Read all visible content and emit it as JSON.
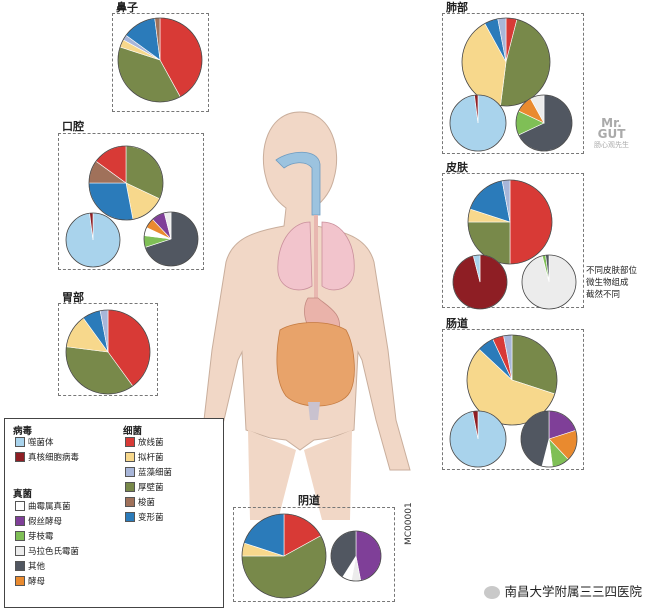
{
  "colors": {
    "bacteriophage": "#a9d3ec",
    "eukaryotic_virus": "#8e1e24",
    "candida": "#ffffff",
    "aspergillus": "#7f3f98",
    "blastomyces": "#7fbf56",
    "malassezia": "#ececec",
    "other": "#515761",
    "yeast": "#e98a2f",
    "actinobacteria": "#d83a36",
    "bacteroidetes": "#f7d88c",
    "cyanobacteria": "#a8b6d9",
    "firmicutes": "#78894a",
    "fusobacteria": "#a0715a",
    "proteobacteria": "#2b7bba"
  },
  "sites": {
    "nose": {
      "label": "鼻子"
    },
    "oral": {
      "label": "口腔"
    },
    "stomach": {
      "label": "胃部"
    },
    "elbow": {
      "label": "肺部"
    },
    "skin": {
      "label": "皮肤",
      "note": [
        "不同皮肤部位",
        "微生物组成",
        "截然不同"
      ]
    },
    "gut": {
      "label": "肠道"
    },
    "vagina": {
      "label": "阴道"
    }
  },
  "legend": {
    "virus_title": "病毒",
    "virus_items": [
      {
        "key": "bacteriophage",
        "label": "噬菌体"
      },
      {
        "key": "eukaryotic_virus",
        "label": "真核细胞病毒"
      }
    ],
    "fungi_title": "真菌",
    "fungi_items": [
      {
        "key": "candida",
        "label": "曲霉属真菌"
      },
      {
        "key": "aspergillus",
        "label": "假丝酵母"
      },
      {
        "key": "blastomyces",
        "label": "芽枝霉"
      },
      {
        "key": "malassezia",
        "label": "马拉色氏霉菌"
      },
      {
        "key": "other",
        "label": "其他"
      },
      {
        "key": "yeast",
        "label": "酵母"
      }
    ],
    "bacteria_title": "细菌",
    "bacteria_items": [
      {
        "key": "actinobacteria",
        "label": "放线菌"
      },
      {
        "key": "bacteroidetes",
        "label": "拟杆菌"
      },
      {
        "key": "cyanobacteria",
        "label": "蓝藻细菌"
      },
      {
        "key": "firmicutes",
        "label": "厚壁菌"
      },
      {
        "key": "fusobacteria",
        "label": "梭菌"
      },
      {
        "key": "proteobacteria",
        "label": "变形菌"
      }
    ]
  },
  "figure_code": "MC00001",
  "watermark": "南昌大学附属三三四医院",
  "logo": {
    "line1": "Mr.",
    "line2": "GUT",
    "sub": "肠心观先生"
  },
  "chart_data": [
    {
      "type": "pie",
      "site": "nose",
      "kingdom": "bacteria",
      "slices": [
        {
          "key": "actinobacteria",
          "value": 42
        },
        {
          "key": "firmicutes",
          "value": 38
        },
        {
          "key": "bacteroidetes",
          "value": 3
        },
        {
          "key": "cyanobacteria",
          "value": 2
        },
        {
          "key": "proteobacteria",
          "value": 13
        },
        {
          "key": "fusobacteria",
          "value": 2
        }
      ]
    },
    {
      "type": "pie",
      "site": "oral",
      "kingdom": "bacteria",
      "slices": [
        {
          "key": "firmicutes",
          "value": 32
        },
        {
          "key": "bacteroidetes",
          "value": 15
        },
        {
          "key": "proteobacteria",
          "value": 28
        },
        {
          "key": "fusobacteria",
          "value": 10
        },
        {
          "key": "actinobacteria",
          "value": 15
        }
      ]
    },
    {
      "type": "pie",
      "site": "oral",
      "kingdom": "virus",
      "slices": [
        {
          "key": "bacteriophage",
          "value": 98
        },
        {
          "key": "eukaryotic_virus",
          "value": 2
        }
      ]
    },
    {
      "type": "pie",
      "site": "oral",
      "kingdom": "fungi",
      "slices": [
        {
          "key": "other",
          "value": 70
        },
        {
          "key": "blastomyces",
          "value": 7
        },
        {
          "key": "candida",
          "value": 5
        },
        {
          "key": "yeast",
          "value": 6
        },
        {
          "key": "aspergillus",
          "value": 8
        },
        {
          "key": "malassezia",
          "value": 4
        }
      ]
    },
    {
      "type": "pie",
      "site": "stomach",
      "kingdom": "bacteria",
      "slices": [
        {
          "key": "actinobacteria",
          "value": 40
        },
        {
          "key": "firmicutes",
          "value": 37
        },
        {
          "key": "bacteroidetes",
          "value": 13
        },
        {
          "key": "proteobacteria",
          "value": 7
        },
        {
          "key": "cyanobacteria",
          "value": 3
        }
      ]
    },
    {
      "type": "pie",
      "site": "elbow",
      "kingdom": "bacteria",
      "slices": [
        {
          "key": "actinobacteria",
          "value": 4
        },
        {
          "key": "firmicutes",
          "value": 48
        },
        {
          "key": "bacteroidetes",
          "value": 40
        },
        {
          "key": "proteobacteria",
          "value": 5
        },
        {
          "key": "cyanobacteria",
          "value": 3
        }
      ]
    },
    {
      "type": "pie",
      "site": "elbow",
      "kingdom": "virus",
      "slices": [
        {
          "key": "bacteriophage",
          "value": 98
        },
        {
          "key": "eukaryotic_virus",
          "value": 2
        }
      ]
    },
    {
      "type": "pie",
      "site": "elbow",
      "kingdom": "fungi",
      "slices": [
        {
          "key": "other",
          "value": 68
        },
        {
          "key": "blastomyces",
          "value": 14
        },
        {
          "key": "yeast",
          "value": 10
        },
        {
          "key": "malassezia",
          "value": 8
        }
      ]
    },
    {
      "type": "pie",
      "site": "skin",
      "kingdom": "bacteria",
      "slices": [
        {
          "key": "actinobacteria",
          "value": 50
        },
        {
          "key": "firmicutes",
          "value": 25
        },
        {
          "key": "bacteroidetes",
          "value": 5
        },
        {
          "key": "proteobacteria",
          "value": 17
        },
        {
          "key": "cyanobacteria",
          "value": 3
        }
      ]
    },
    {
      "type": "pie",
      "site": "skin",
      "kingdom": "virus",
      "slices": [
        {
          "key": "eukaryotic_virus",
          "value": 96
        },
        {
          "key": "bacteriophage",
          "value": 4
        }
      ]
    },
    {
      "type": "pie",
      "site": "skin",
      "kingdom": "fungi",
      "slices": [
        {
          "key": "malassezia",
          "value": 96
        },
        {
          "key": "blastomyces",
          "value": 2
        },
        {
          "key": "other",
          "value": 2
        }
      ]
    },
    {
      "type": "pie",
      "site": "gut",
      "kingdom": "bacteria",
      "slices": [
        {
          "key": "firmicutes",
          "value": 30
        },
        {
          "key": "bacteroidetes",
          "value": 57
        },
        {
          "key": "proteobacteria",
          "value": 6
        },
        {
          "key": "actinobacteria",
          "value": 4
        },
        {
          "key": "cyanobacteria",
          "value": 3
        }
      ]
    },
    {
      "type": "pie",
      "site": "gut",
      "kingdom": "virus",
      "slices": [
        {
          "key": "bacteriophage",
          "value": 97
        },
        {
          "key": "eukaryotic_virus",
          "value": 3
        }
      ]
    },
    {
      "type": "pie",
      "site": "gut",
      "kingdom": "fungi",
      "slices": [
        {
          "key": "aspergillus",
          "value": 20
        },
        {
          "key": "yeast",
          "value": 18
        },
        {
          "key": "blastomyces",
          "value": 10
        },
        {
          "key": "candida",
          "value": 6
        },
        {
          "key": "other",
          "value": 46
        }
      ]
    },
    {
      "type": "pie",
      "site": "vagina",
      "kingdom": "bacteria",
      "slices": [
        {
          "key": "actinobacteria",
          "value": 17
        },
        {
          "key": "firmicutes",
          "value": 58
        },
        {
          "key": "bacteroidetes",
          "value": 5
        },
        {
          "key": "proteobacteria",
          "value": 20
        }
      ]
    },
    {
      "type": "pie",
      "site": "vagina",
      "kingdom": "fungi",
      "slices": [
        {
          "key": "aspergillus",
          "value": 47
        },
        {
          "key": "malassezia",
          "value": 6
        },
        {
          "key": "candida",
          "value": 6
        },
        {
          "key": "other",
          "value": 41
        }
      ]
    }
  ]
}
